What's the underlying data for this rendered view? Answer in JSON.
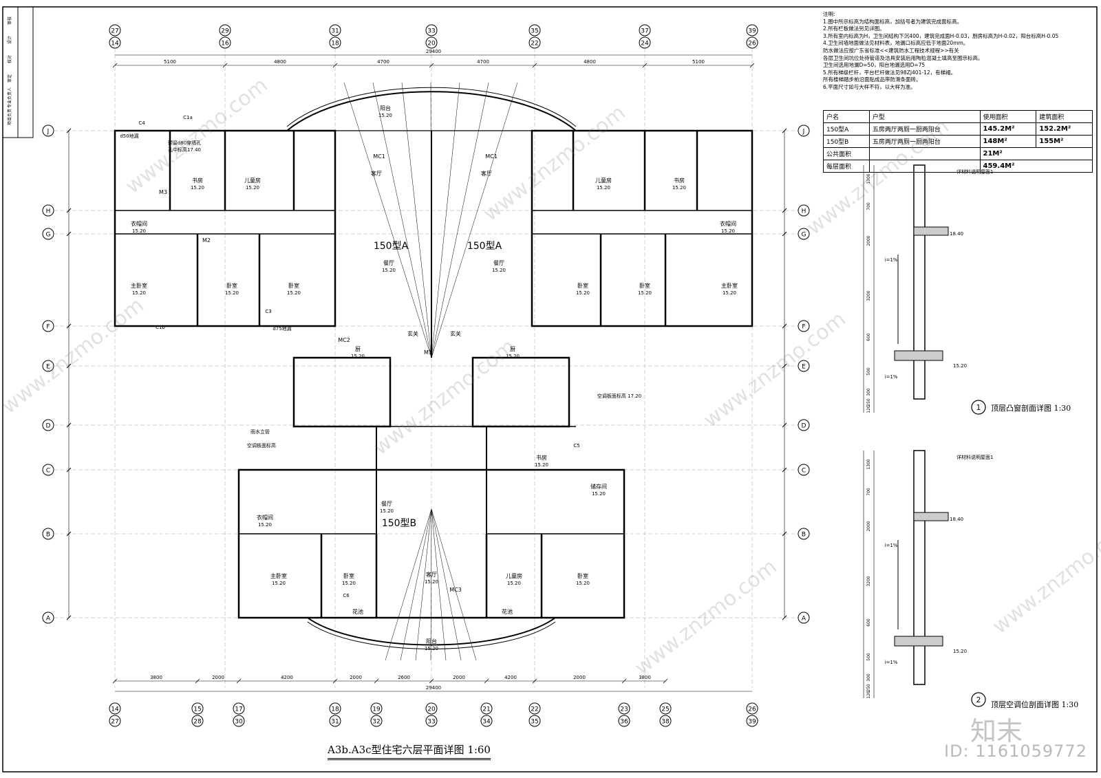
{
  "notes": {
    "heading": "注明:",
    "lines": [
      "1.图中所示标高为结构面标高，加括号者为建筑完成面标高。",
      "2.所有栏板做法另见详图。",
      "3.所有室内标高为H，卫生间结构下沉400，建筑完成面H-0.03，厨房标高为H-0.02，阳台标高H-0.05",
      "4.卫生间墙地面做法见材料表，地漏口标高应低于地面20mm。",
      "   防水做法应按广东省标准<<建筑防水工程技术规程>>有关",
      "   各层卫生间坑位处待管道及洁具安装后用陶粒混凝土填高至图示标高。",
      "   卫生间选用地漏D=50，阳台地漏选用D=75",
      "5.所有梯级栏杆，平台栏杆做法见98ZJ401-12，有梯裙。",
      "   所有楼梯踏步前沿面贴成品带防滑条面砖。",
      "6.平面尺寸如与大样不符，以大样为准。"
    ]
  },
  "area_table": {
    "headers": [
      "户名",
      "户型",
      "使用面积",
      "建筑面积"
    ],
    "rows": [
      [
        "150型A",
        "五房两厅两厕一厨两阳台",
        "145.2M²",
        "152.2M²"
      ],
      [
        "150型B",
        "五房两厅两厕一厨两阳台",
        "148M²",
        "155M²"
      ]
    ],
    "public_label": "公共面积",
    "public_value": "21M²",
    "floor_label": "每层面积",
    "floor_value": "459.4M²"
  },
  "plan": {
    "title": "A3b.A3c型住宅六层平面详图 1:60",
    "top_axes": [
      [
        "27",
        "14"
      ],
      [
        "29",
        "16"
      ],
      [
        "31",
        "18"
      ],
      [
        "33",
        "20"
      ],
      [
        "35",
        "22"
      ],
      [
        "37",
        "24"
      ],
      [
        "39",
        "26"
      ]
    ],
    "bottom_axes": [
      [
        "14",
        "27"
      ],
      [
        "15",
        "28"
      ],
      [
        "17",
        "30"
      ],
      [
        "18",
        "31"
      ],
      [
        "19",
        "32"
      ],
      [
        "20",
        "33"
      ],
      [
        "21",
        "34"
      ],
      [
        "22",
        "35"
      ],
      [
        "23",
        "36"
      ],
      [
        "25",
        "38"
      ],
      [
        "26",
        "39"
      ]
    ],
    "row_axes": [
      "J",
      "H",
      "G",
      "F",
      "E",
      "D",
      "C",
      "B",
      "A"
    ],
    "top_dims": [
      "5100",
      "4800",
      "4700",
      "4700",
      "4800",
      "5100"
    ],
    "overall_dim": "29400",
    "bottom_dims": [
      "3800",
      "2000",
      "4200",
      "2000",
      "2600",
      "2000",
      "4200",
      "2000",
      "3800"
    ],
    "unit_labels": [
      "150型A",
      "150型A",
      "150型B"
    ],
    "rooms": [
      "书房",
      "儿童房",
      "衣帽间",
      "主卧室",
      "卧室",
      "卧室",
      "客厅",
      "餐厅",
      "玄关",
      "厨",
      "阳台",
      "卧室",
      "卧室",
      "主卧室",
      "衣帽间",
      "儿童房",
      "书房",
      "客厅",
      "餐厅",
      "玄关",
      "厨",
      "书房",
      "储存间",
      "餐厅",
      "衣帽间",
      "主卧室",
      "卧室",
      "客厅",
      "儿童房",
      "卧室",
      "花池",
      "阳台",
      "花池"
    ],
    "room_elevation": "15.20",
    "notes_in_plan": [
      "预留d80穿墙孔",
      "孔中标高17.40",
      "d50地漏",
      "d75地漏",
      "空调板面标高",
      "雨水立管",
      "空调板面标高 17.20"
    ],
    "door_labels": [
      "MC1",
      "MC1",
      "M2",
      "M3",
      "M1",
      "MC2",
      "MC3"
    ],
    "window_labels": [
      "C4",
      "C1a",
      "C1b",
      "C3",
      "C5",
      "C6"
    ]
  },
  "detail1": {
    "title": "顶层凸窗剖面详图  1:30",
    "number": "1",
    "material_note": "详材料说明屋面1",
    "elevations": [
      "18.40",
      "15.20"
    ],
    "slope": "i=1%",
    "dims": [
      "1300",
      "700",
      "2000",
      "3200",
      "600",
      "500",
      "300",
      "250",
      "120"
    ]
  },
  "detail2": {
    "title": "顶层空调位剖面详图  1:30",
    "number": "2",
    "material_note": "详材料说明屋面1",
    "elevations": [
      "18.40",
      "15.20"
    ],
    "slope": "i=1%",
    "dims": [
      "1300",
      "700",
      "2000",
      "3200",
      "600",
      "500",
      "300",
      "250",
      "120"
    ]
  },
  "watermark": "www.znzmo.com",
  "logo_text": "知末",
  "id_text": "ID: 1161059772",
  "left_strip": [
    "审核",
    "设计",
    "校对",
    "审定",
    "专业负责人",
    "项目负责"
  ]
}
